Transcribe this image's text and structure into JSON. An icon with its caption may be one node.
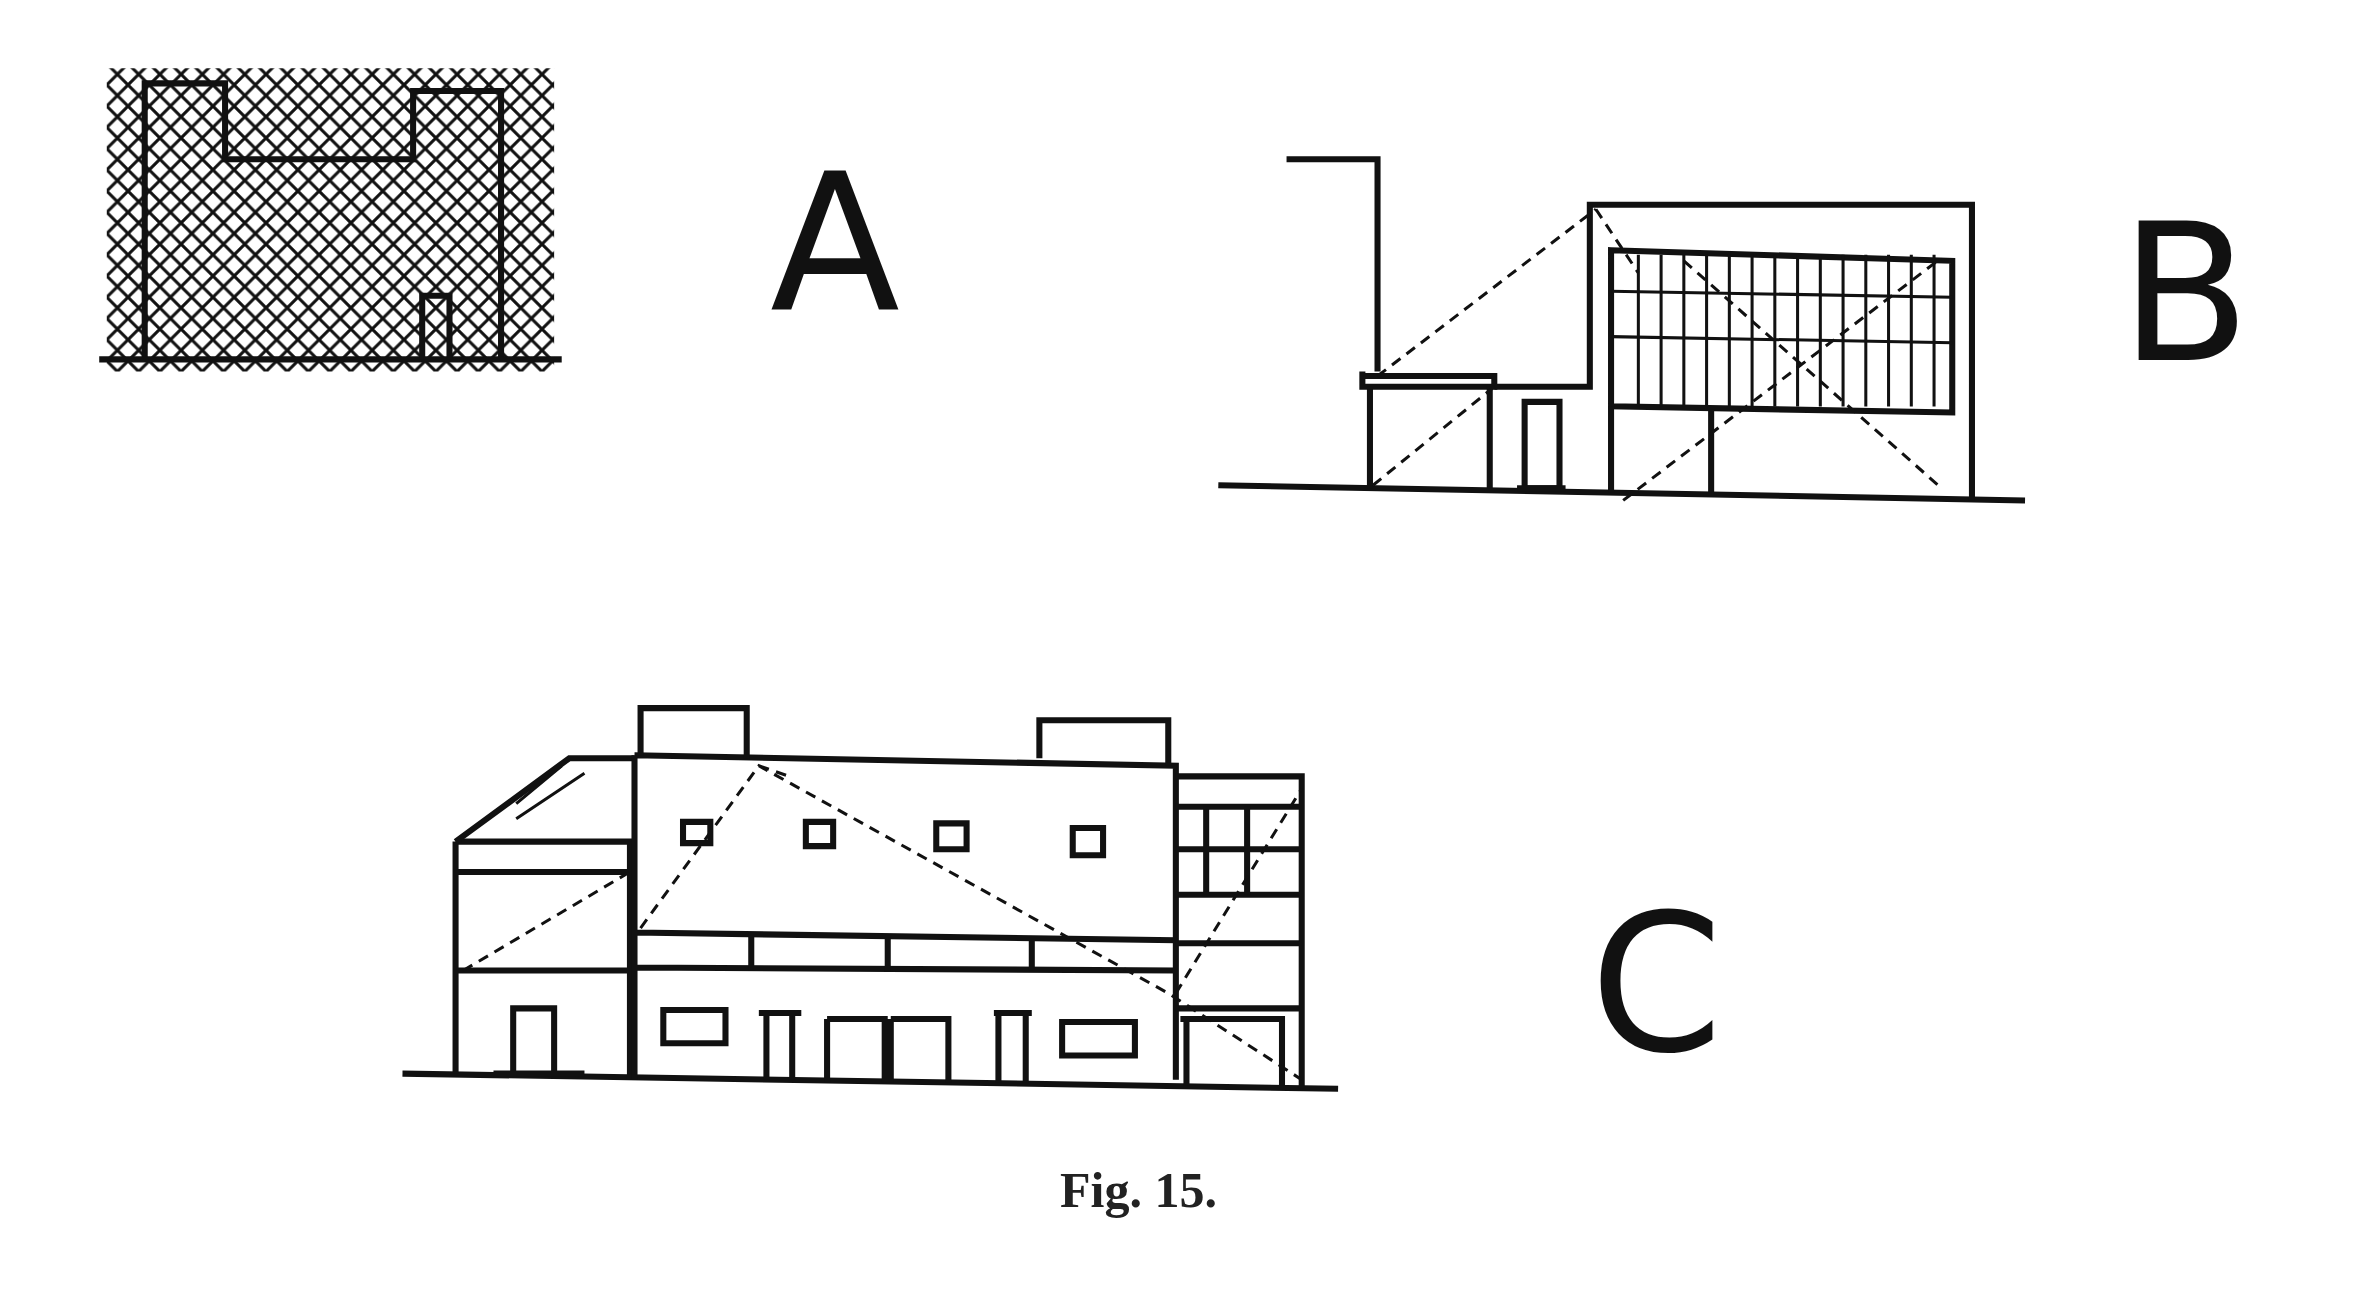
{
  "diagram": {
    "caption": "Fig. 15.",
    "labels": [
      "A",
      "B",
      "C"
    ]
  }
}
